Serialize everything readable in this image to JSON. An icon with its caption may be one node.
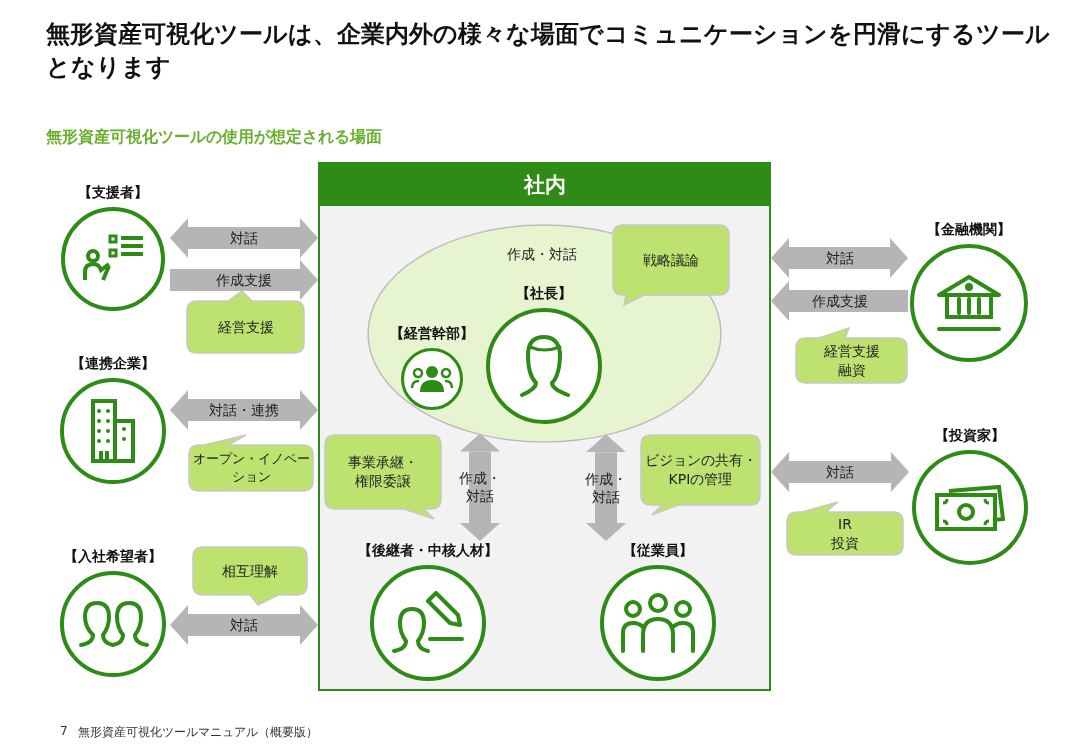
{
  "diagram": {
    "title": "無形資産可視化ツールは、企業内外の様々な場面でコミュニケーションを円滑にするツールとなります",
    "nodes": [
      {
        "text": [
          "社内"
        ]
      },
      {
        "text": [
          "作成・対話"
        ],
        "in": 0
      },
      {
        "text": [
          "【経営幹部】"
        ],
        "in": 1
      },
      {
        "text": [
          "【社長】"
        ],
        "in": 1
      },
      {
        "text": [
          "戦略議論"
        ],
        "in": 0
      },
      {
        "text": [
          "事業承継・権限委譲"
        ],
        "in": 0
      },
      {
        "text": [
          "ビジョンの共有・KPIの管理"
        ],
        "in": 0
      },
      {
        "text": [
          "【後継者・中核人材】"
        ],
        "in": 0
      },
      {
        "text": [
          "【従業員】"
        ],
        "in": 0
      },
      {
        "text": [
          "【支援者】"
        ]
      },
      {
        "text": [
          "経営支援"
        ]
      },
      {
        "text": [
          "【連携企業】"
        ]
      },
      {
        "text": [
          "オープン・イノベーション"
        ]
      },
      {
        "text": [
          "【入社希望者】"
        ]
      },
      {
        "text": [
          "相互理解"
        ]
      },
      {
        "text": [
          "【金融機関】"
        ]
      },
      {
        "text": [
          "経営支援",
          "融資"
        ]
      },
      {
        "text": [
          "【投資家】"
        ]
      },
      {
        "text": [
          "IR",
          "投資"
        ]
      }
    ],
    "edges": [
      {
        "from": 9,
        "to": 0,
        "arrow": "both",
        "label": "対話"
      },
      {
        "from": 9,
        "to": 0,
        "arrow": "to",
        "label": "作成支援"
      },
      {
        "from": 11,
        "to": 0,
        "arrow": "both",
        "label": "対話・連携"
      },
      {
        "from": 13,
        "to": 0,
        "arrow": "both",
        "label": "対話"
      },
      {
        "from": 0,
        "to": 15,
        "arrow": "both",
        "label": "対話"
      },
      {
        "from": 15,
        "to": 0,
        "arrow": "to",
        "label": "作成支援"
      },
      {
        "from": 0,
        "to": 17,
        "arrow": "both",
        "label": "対話"
      },
      {
        "from": 1,
        "to": 7,
        "arrow": "both",
        "label": "作成・対話"
      },
      {
        "from": 1,
        "to": 8,
        "arrow": "both",
        "label": "作成・対話"
      }
    ],
    "labels": [
      "無形資産可視化ツールの使用が想定される場面",
      "7",
      "無形資産可視化ツールマニュアル（概要版）"
    ]
  }
}
